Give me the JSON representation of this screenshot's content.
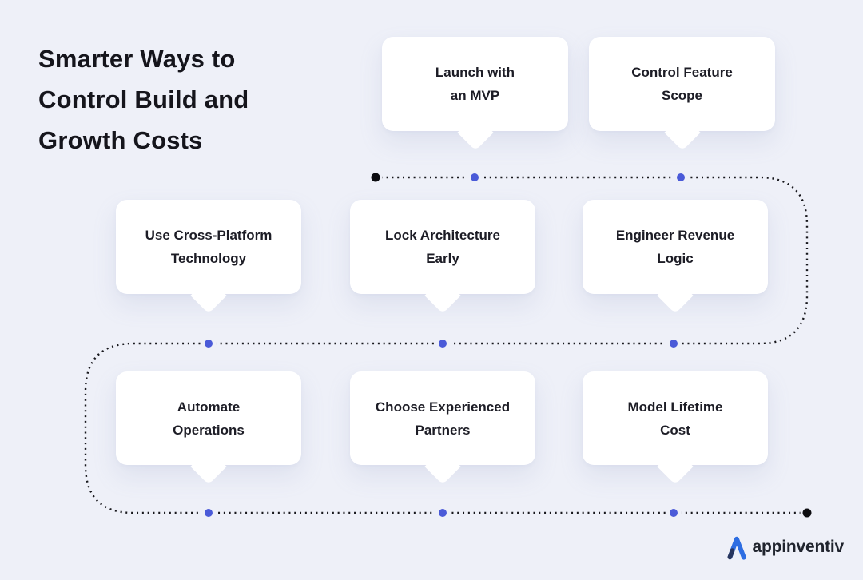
{
  "title": {
    "full": "Smarter Ways to Control Build and Growth Costs",
    "lines": [
      "Smarter Ways to",
      "Control Build and",
      "Growth Costs"
    ]
  },
  "cards": [
    {
      "id": "launch-with-an-mvp",
      "lines": [
        "Launch with",
        "an MVP"
      ]
    },
    {
      "id": "control-feature-scope",
      "lines": [
        "Control Feature",
        "Scope"
      ]
    },
    {
      "id": "use-cross-platform",
      "lines": [
        "Use Cross-Platform",
        "Technology"
      ]
    },
    {
      "id": "lock-architecture-early",
      "lines": [
        "Lock Architecture",
        "Early"
      ]
    },
    {
      "id": "engineer-revenue-logic",
      "lines": [
        "Engineer Revenue",
        "Logic"
      ]
    },
    {
      "id": "automate-operations",
      "lines": [
        "Automate",
        "Operations"
      ]
    },
    {
      "id": "choose-experienced-partners",
      "lines": [
        "Choose Experienced",
        "Partners"
      ]
    },
    {
      "id": "model-lifetime-cost",
      "lines": [
        "Model Lifetime",
        "Cost"
      ]
    }
  ],
  "diagram": {
    "type": "snake-timeline",
    "rows": [
      [
        "Launch with an MVP",
        "Control Feature Scope"
      ],
      [
        "Use Cross-Platform Technology",
        "Lock Architecture Early",
        "Engineer Revenue Logic"
      ],
      [
        "Automate Operations",
        "Choose Experienced Partners",
        "Model Lifetime Cost"
      ]
    ],
    "path_order": [
      "Launch with an MVP",
      "Control Feature Scope",
      "Engineer Revenue Logic",
      "Lock Architecture Early",
      "Use Cross-Platform Technology",
      "Automate Operations",
      "Choose Experienced Partners",
      "Model Lifetime Cost"
    ]
  },
  "logo": {
    "brand": "appinventiv",
    "mark": "triangle-a-icon"
  },
  "colors": {
    "background": "#eef0f8",
    "card": "#ffffff",
    "dot_blue": "#4a5ad8",
    "path_dotted": "#17171c",
    "endpoint_black": "#0c0c10",
    "title_text": "#15151c",
    "card_text": "#1d1d26",
    "brand_blue": "#2d6de2",
    "brand_navy": "#27355e",
    "brand_text": "#20242e"
  }
}
